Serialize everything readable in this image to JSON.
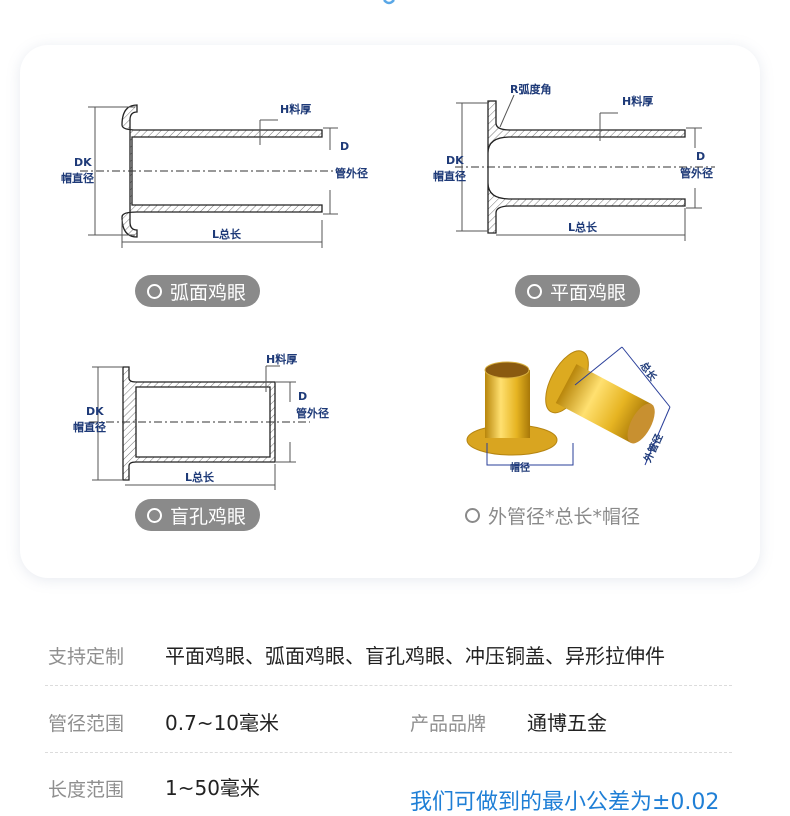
{
  "diagrams": {
    "arc": {
      "thickness": "H料厚",
      "d": "D",
      "outer": "管外径",
      "dk": "DK",
      "cap": "帽直径",
      "length": "L总长"
    },
    "flat": {
      "radius": "R弧度角",
      "thickness": "H料厚",
      "d": "D",
      "outer": "管外径",
      "dk": "DK",
      "cap": "帽直径",
      "length": "L总长"
    },
    "blind": {
      "thickness": "H料厚",
      "d": "D",
      "outer": "管外径",
      "dk": "DK",
      "cap": "帽直径",
      "length": "L总长"
    },
    "photo": {
      "length": "总长",
      "outer": "外管径",
      "cap": "帽径"
    }
  },
  "labels": {
    "arc": "弧面鸡眼",
    "flat": "平面鸡眼",
    "blind": "盲孔鸡眼",
    "photo": "外管径*总长*帽径"
  },
  "specs": {
    "custom_key": "支持定制",
    "custom_value": "平面鸡眼、弧面鸡眼、盲孔鸡眼、冲压铜盖、异形拉伸件",
    "diameter_key": "管径范围",
    "diameter_value": "0.7~10毫米",
    "brand_key": "产品品牌",
    "brand_value": "通博五金",
    "length_key": "长度范围",
    "length_value": "1~50毫米",
    "tolerance_note": "我们可做到的最小公差为±0.02"
  },
  "colors": {
    "accent": "#1f7fd6",
    "pill": "#8a8a8a",
    "diagram_text": "#1e3a78",
    "brass": "#e0b020"
  }
}
